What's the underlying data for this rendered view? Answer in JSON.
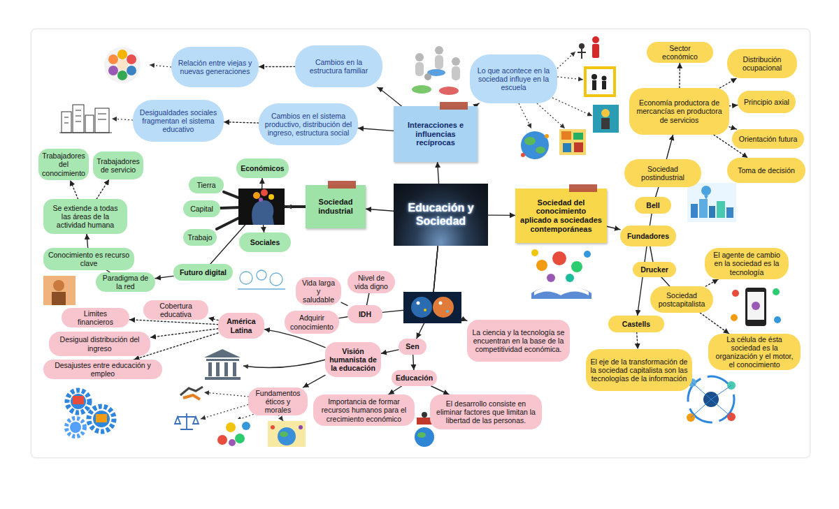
{
  "diagram": {
    "nodes": [
      {
        "text": [
          "Educación y Sociedad"
        ]
      },
      {
        "text": [
          "Interacciones e influencias recíprocas"
        ]
      },
      {
        "text": [
          "Cambios en la estructura familiar"
        ]
      },
      {
        "text": [
          "Relación entre viejas y nuevas generaciones"
        ]
      },
      {
        "text": [
          "Cambios en el sistema productivo, distribución del ingreso, estructura social"
        ]
      },
      {
        "text": [
          "Desigualdades sociales fragmentan el sistema educativo"
        ]
      },
      {
        "text": [
          "Lo que acontece en la sociedad influye en la escuela"
        ]
      },
      {
        "text": [
          "Sociedad industrial"
        ]
      },
      {
        "text": [
          "Económicos"
        ]
      },
      {
        "text": [
          "Tierra"
        ]
      },
      {
        "text": [
          "Capital"
        ]
      },
      {
        "text": [
          "Trabajo"
        ]
      },
      {
        "text": [
          "Sociales"
        ]
      },
      {
        "text": [
          "Futuro digital"
        ]
      },
      {
        "text": [
          "Paradigma de la red"
        ]
      },
      {
        "text": [
          "Conocimiento es recurso clave"
        ]
      },
      {
        "text": [
          "Se extiende a todas las áreas de la actividad humana"
        ]
      },
      {
        "text": [
          "Trabajadores del conocimiento"
        ]
      },
      {
        "text": [
          "Trabajadores de servicio"
        ]
      },
      {
        "text": [
          "Sociedad del conocimiento aplicado a sociedades contemporáneas"
        ]
      },
      {
        "text": [
          "Fundadores"
        ]
      },
      {
        "text": [
          "Bell"
        ]
      },
      {
        "text": [
          "Sociedad postindustrial"
        ]
      },
      {
        "text": [
          "Economía productora de mercancías en productora de servicios"
        ]
      },
      {
        "text": [
          "Sector económico"
        ]
      },
      {
        "text": [
          "Distribución ocupacional"
        ]
      },
      {
        "text": [
          "Principio axial"
        ]
      },
      {
        "text": [
          "Orientación futura"
        ]
      },
      {
        "text": [
          "Toma de decisión"
        ]
      },
      {
        "text": [
          "Drucker"
        ]
      },
      {
        "text": [
          "Sociedad postcapitalista"
        ]
      },
      {
        "text": [
          "El agente de cambio en la sociedad es la tecnología"
        ]
      },
      {
        "text": [
          "La célula de ésta sociedad es la organización y el motor, el conocimiento"
        ]
      },
      {
        "text": [
          "Castells"
        ]
      },
      {
        "text": [
          "El eje de la transformación de la sociedad capitalista son las tecnologías de la información"
        ]
      },
      {
        "text": [
          "IDH"
        ]
      },
      {
        "text": [
          "Nivel de vida digno"
        ]
      },
      {
        "text": [
          "Vida larga y saludable"
        ]
      },
      {
        "text": [
          "Adquirir conocimiento"
        ]
      },
      {
        "text": [
          "La ciencia y la tecnología se encuentran en la base de la competitividad económica."
        ]
      },
      {
        "text": [
          "Sen"
        ]
      },
      {
        "text": [
          "Visión humanista de la educación"
        ]
      },
      {
        "text": [
          "Educación"
        ]
      },
      {
        "text": [
          "Importancia de formar recursos humanos para el crecimiento económico"
        ]
      },
      {
        "text": [
          "El desarrollo consiste en eliminar factores que limitan la libertad de las personas."
        ]
      },
      {
        "text": [
          "América Latina"
        ]
      },
      {
        "text": [
          "Cobertura educativa"
        ]
      },
      {
        "text": [
          "Limites financieros"
        ]
      },
      {
        "text": [
          "Desigual distribución del ingreso"
        ]
      },
      {
        "text": [
          "Desajustes entre educación y empleo"
        ]
      },
      {
        "text": [
          "Fundamentos éticos y morales"
        ]
      }
    ],
    "edges": [
      {
        "from": 0,
        "to": 1,
        "arrow": "to"
      },
      {
        "from": 1,
        "to": 2,
        "arrow": "to"
      },
      {
        "from": 2,
        "to": 3,
        "arrow": "to"
      },
      {
        "from": 1,
        "to": 4,
        "arrow": "to"
      },
      {
        "from": 4,
        "to": 5,
        "arrow": "to"
      },
      {
        "from": 1,
        "to": 6,
        "arrow": "to"
      },
      {
        "from": 0,
        "to": 7,
        "arrow": "to"
      },
      {
        "from": 7,
        "to": 8,
        "arrow": "to"
      },
      {
        "from": 7,
        "to": 9,
        "arrow": "none"
      },
      {
        "from": 7,
        "to": 10,
        "arrow": "none"
      },
      {
        "from": 7,
        "to": 11,
        "arrow": "none"
      },
      {
        "from": 7,
        "to": 12,
        "arrow": "to"
      },
      {
        "from": 7,
        "to": 13,
        "arrow": "none"
      },
      {
        "from": 13,
        "to": 14,
        "arrow": "to"
      },
      {
        "from": 14,
        "to": 15,
        "arrow": "none"
      },
      {
        "from": 15,
        "to": 16,
        "arrow": "to"
      },
      {
        "from": 16,
        "to": 17,
        "arrow": "to"
      },
      {
        "from": 16,
        "to": 18,
        "arrow": "to"
      },
      {
        "from": 0,
        "to": 19,
        "arrow": "to"
      },
      {
        "from": 19,
        "to": 20,
        "arrow": "to"
      },
      {
        "from": 20,
        "to": 21,
        "arrow": "none"
      },
      {
        "from": 21,
        "to": 22,
        "arrow": "none"
      },
      {
        "from": 22,
        "to": 23,
        "arrow": "to"
      },
      {
        "from": 23,
        "to": 24,
        "arrow": "to"
      },
      {
        "from": 23,
        "to": 25,
        "arrow": "to"
      },
      {
        "from": 23,
        "to": 26,
        "arrow": "to"
      },
      {
        "from": 23,
        "to": 27,
        "arrow": "to"
      },
      {
        "from": 23,
        "to": 28,
        "arrow": "to"
      },
      {
        "from": 20,
        "to": 29,
        "arrow": "none"
      },
      {
        "from": 29,
        "to": 30,
        "arrow": "none"
      },
      {
        "from": 30,
        "to": 31,
        "arrow": "to"
      },
      {
        "from": 30,
        "to": 32,
        "arrow": "to"
      },
      {
        "from": 20,
        "to": 33,
        "arrow": "to"
      },
      {
        "from": 33,
        "to": 34,
        "arrow": "to"
      },
      {
        "from": 0,
        "to": 35,
        "arrow": "none"
      },
      {
        "from": 0,
        "to": 40,
        "arrow": "to"
      },
      {
        "from": 0,
        "to": 39,
        "arrow": "to"
      },
      {
        "from": 35,
        "to": 36,
        "arrow": "none"
      },
      {
        "from": 35,
        "to": 37,
        "arrow": "none"
      },
      {
        "from": 35,
        "to": 38,
        "arrow": "none"
      },
      {
        "from": 40,
        "to": 41,
        "arrow": "to"
      },
      {
        "from": 40,
        "to": 42,
        "arrow": "to"
      },
      {
        "from": 42,
        "to": 43,
        "arrow": "to"
      },
      {
        "from": 42,
        "to": 44,
        "arrow": "to"
      },
      {
        "from": 41,
        "to": 45,
        "arrow": "to"
      },
      {
        "from": 41,
        "to": 50,
        "arrow": "to"
      },
      {
        "from": 45,
        "to": 46,
        "arrow": "to"
      },
      {
        "from": 45,
        "to": 47,
        "arrow": "to"
      },
      {
        "from": 45,
        "to": 48,
        "arrow": "to"
      },
      {
        "from": 45,
        "to": 49,
        "arrow": "to"
      }
    ]
  }
}
